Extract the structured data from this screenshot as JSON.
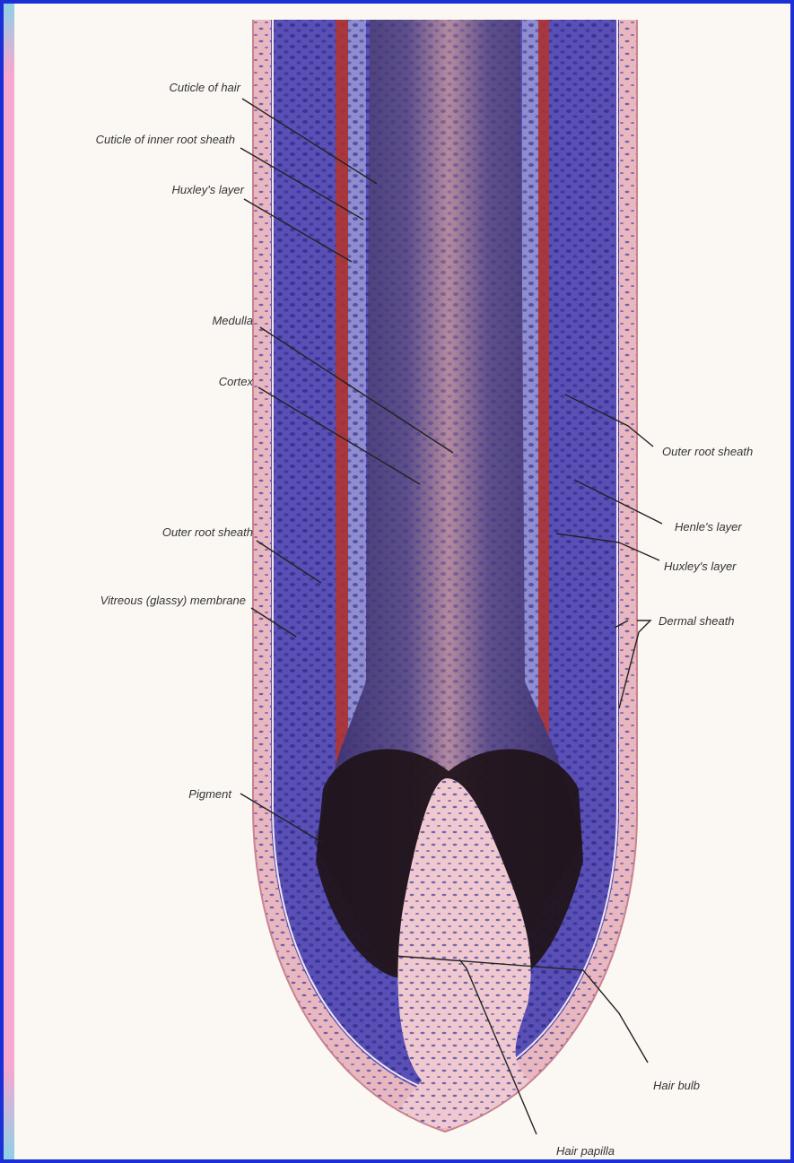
{
  "colors": {
    "frame_border": "#1a2fd6",
    "left_strip_blue": "#8fd0e6",
    "left_strip_pink": "#f6a8cf",
    "canvas": "#fbf8f4",
    "dermal_sheath": "#e9b7bf",
    "outer_root_sheath": "#5a4fb5",
    "inner_sheath_red": "#b5342a",
    "hair_shaft": "#3b2f6e",
    "medulla": "#c79aa8",
    "pigment": "#1e1218",
    "papilla": "#efc9cf",
    "cell_nucleus": "#2c2a8c"
  },
  "labels_left": {
    "cuticle_of_hair": "Cuticle of hair",
    "cuticle_inner_root_sheath": "Cuticle of inner root sheath",
    "huxleys_layer": "Huxley's layer",
    "medulla": "Medulla",
    "cortex": "Cortex",
    "outer_root_sheath": "Outer root sheath",
    "vitreous_membrane": "Vitreous (glassy) membrane",
    "pigment": "Pigment"
  },
  "labels_right": {
    "outer_root_sheath": "Outer root sheath",
    "henles_layer": "Henle's layer",
    "huxleys_layer": "Huxley's layer",
    "dermal_sheath": "Dermal sheath",
    "hair_bulb": "Hair bulb",
    "hair_papilla": "Hair papilla"
  }
}
